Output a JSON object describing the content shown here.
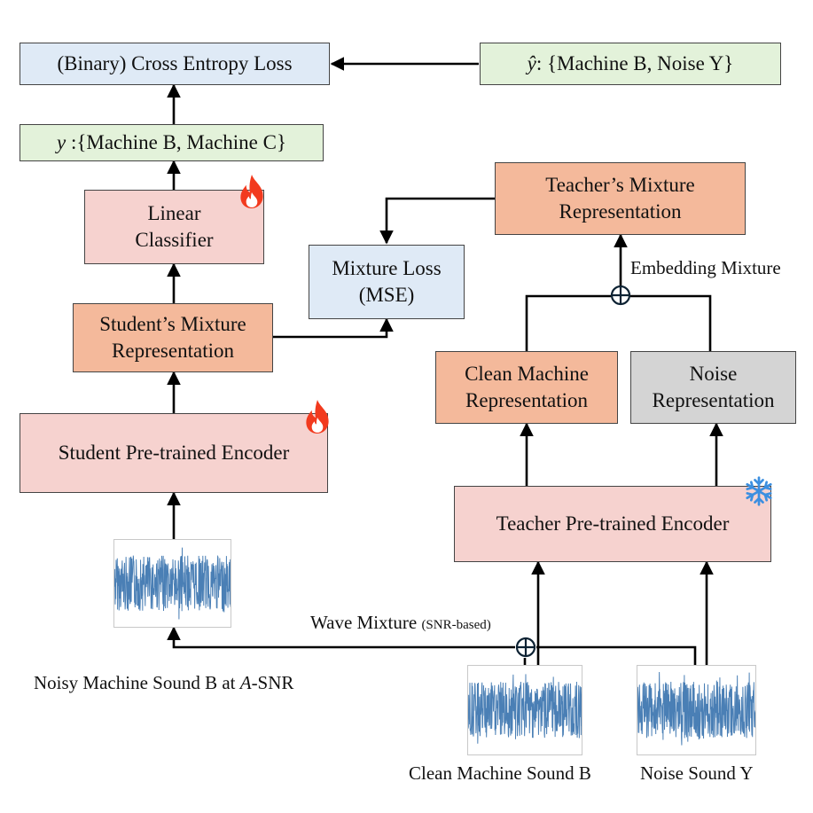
{
  "nodes": {
    "bce_loss": "(Binary) Cross Entropy Loss",
    "y_hat": {
      "symbol": "ŷ",
      "rest": ": {Machine B, Noise Y}"
    },
    "y": {
      "symbol": "y",
      "rest": " :{Machine B, Machine C}"
    },
    "linear_classifier": [
      "Linear",
      "Classifier"
    ],
    "mixture_loss": [
      "Mixture Loss",
      "(MSE)"
    ],
    "teacher_mix_rep": [
      "Teacher’s Mixture",
      "Representation"
    ],
    "student_mix_rep": [
      "Student’s Mixture",
      "Representation"
    ],
    "clean_machine_rep": [
      "Clean Machine",
      "Representation"
    ],
    "noise_rep": [
      "Noise",
      "Representation"
    ],
    "student_encoder": "Student Pre-trained Encoder",
    "teacher_encoder": "Teacher Pre-trained Encoder"
  },
  "labels": {
    "embedding_mixture": "Embedding Mixture",
    "wave_mixture": "Wave Mixture",
    "wave_mixture_note": "(SNR-based)",
    "noisy_sound": {
      "prefix": "Noisy Machine Sound B at ",
      "italic": "A",
      "suffix": "-SNR"
    },
    "clean_sound": "Clean Machine Sound B",
    "noise_sound": "Noise Sound Y"
  },
  "icons": {
    "trainable": "flame-icon",
    "frozen": "snowflake-icon",
    "mix_operator": "circle-plus-icon"
  },
  "colors": {
    "loss": "#dfeaf6",
    "label_set": "#e3f2da",
    "module": "#f6d2cf",
    "representation": "#f4b99b",
    "noise_representation": "#d4d4d4",
    "waveform": "#4a7fb5",
    "flame": "#f23a1e",
    "snowflake": "#3c8fe0"
  }
}
